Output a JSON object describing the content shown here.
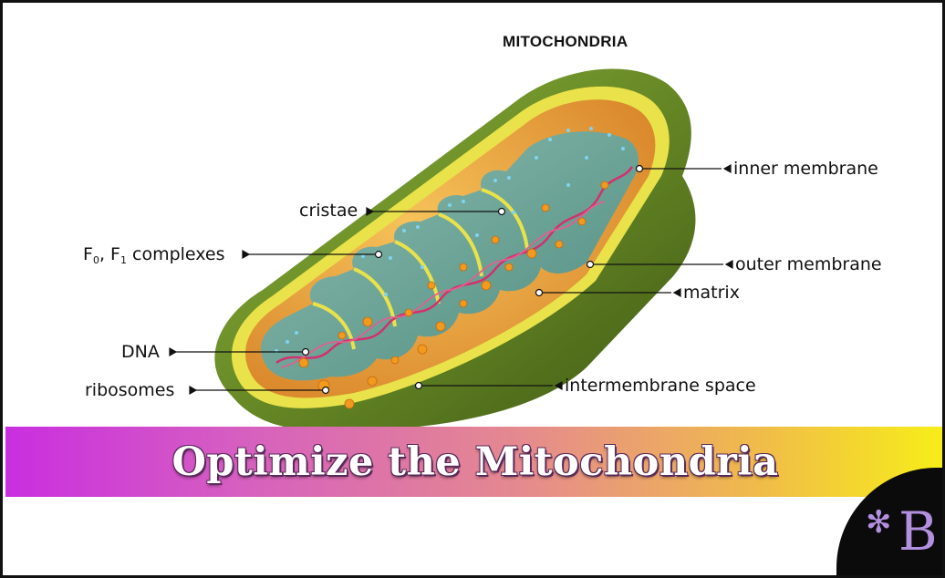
{
  "diagram": {
    "title": "MITOCHONDRIA",
    "labels": {
      "cristae": "cristae",
      "complexes_prefix": "F",
      "complexes_sub0": "0",
      "complexes_mid": ", F",
      "complexes_sub1": "1",
      "complexes_suffix": " complexes",
      "dna": "DNA",
      "ribosomes": "ribosomes",
      "inner_membrane": "inner membrane",
      "outer_membrane": "outer membrane",
      "matrix": "matrix",
      "intermembrane_space": "intermembrane space"
    }
  },
  "banner": {
    "text": "Optimize the Mitochondria"
  },
  "logo": {
    "letter": "B",
    "mark": "✻"
  },
  "colors": {
    "outer_green": "#6f8f2a",
    "membrane_yellow": "#e9e24a",
    "intermembrane_orange": "#e9a23b",
    "matrix_teal": "#6fa99a",
    "dna_pink": "#d3306e",
    "banner_start": "#c92ee0",
    "banner_end": "#f7ee18",
    "logo_purple": "#b38fe0"
  }
}
